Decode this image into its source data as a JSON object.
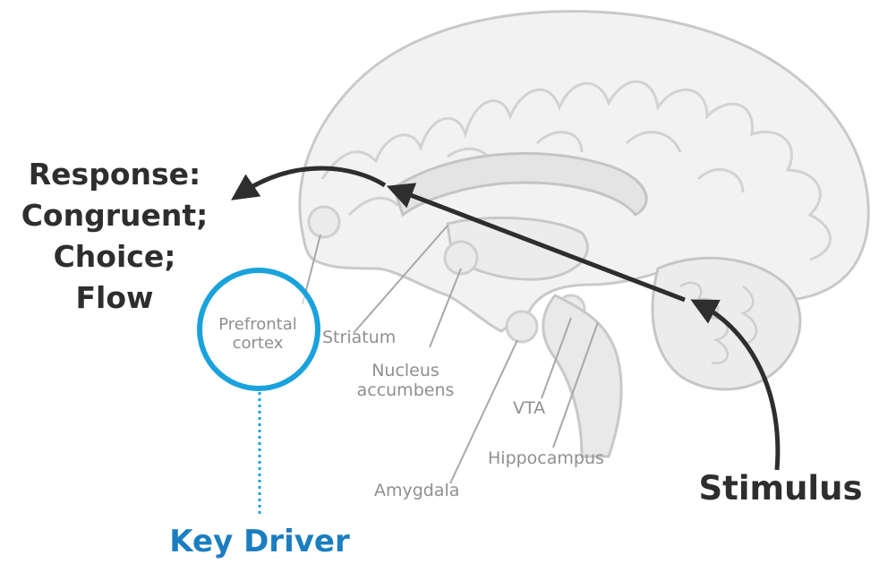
{
  "diagram": {
    "response": {
      "lines": [
        "Response:",
        "Congruent;",
        "Choice;",
        "Flow"
      ]
    },
    "stimulus": "Stimulus",
    "key_driver": "Key Driver",
    "prefrontal": {
      "line1": "Prefrontal",
      "line2": "cortex"
    },
    "regions": {
      "striatum": "Striatum",
      "nucleus_line1": "Nucleus",
      "nucleus_line2": "accumbens",
      "vta": "VTA",
      "hippocampus": "Hippocampus",
      "amygdala": "Amygdala"
    },
    "colors": {
      "arrow": "#2e2e2e",
      "highlight": "#1aa2dc",
      "key_driver_text": "#1b7ec0",
      "label_text": "#8f8f8f",
      "brain_fill": "#f1f1f1",
      "brain_line": "#c9c9c9"
    }
  }
}
